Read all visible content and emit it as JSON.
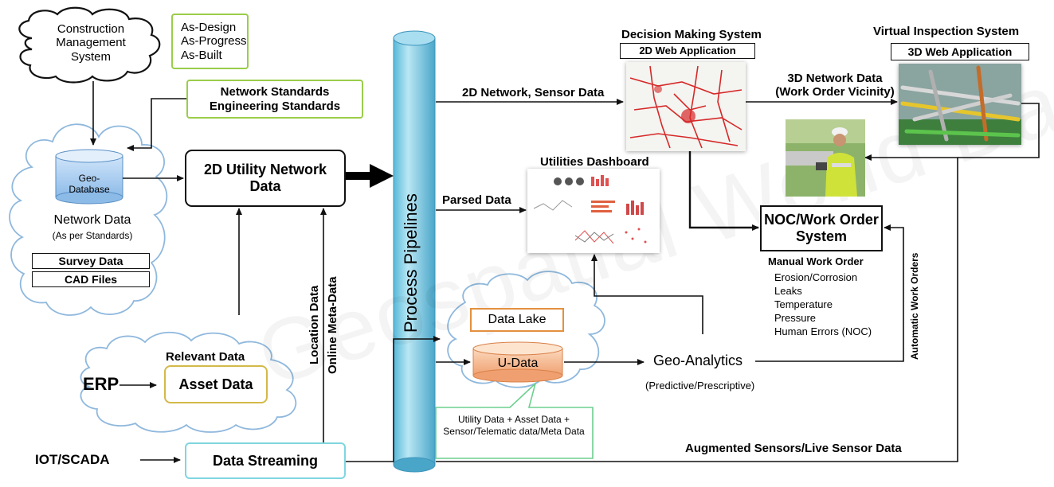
{
  "watermark": "Geospatial World Data",
  "cloud_construction": {
    "text": "Construction Management System"
  },
  "design_states": [
    "As-Design",
    "As-Progress",
    "As-Built"
  ],
  "standards": [
    "Network Standards",
    "Engineering Standards"
  ],
  "network_cloud": {
    "db_label": "Geo-Database",
    "title": "Network Data",
    "subtitle": "(As per Standards)",
    "survey": "Survey Data",
    "cad": "CAD Files"
  },
  "utility_network": "2D Utility Network Data",
  "pipeline_label": "Process Pipelines",
  "location_data": "Location Data",
  "online_meta": "Online Meta-Data",
  "relevant_data": "Relevant Data",
  "erp": "ERP",
  "asset_data": "Asset Data",
  "iot": "IOT/SCADA",
  "data_streaming": "Data Streaming",
  "flow_2d_network": "2D Network, Sensor Data",
  "flow_parsed": "Parsed Data",
  "decision_system": {
    "title": "Decision Making System",
    "app": "2D Web Application"
  },
  "virtual_inspection": {
    "title": "Virtual Inspection System",
    "app": "3D Web Application"
  },
  "network_3d": [
    "3D Network Data",
    "(Work Order Vicinity)"
  ],
  "dashboard_title": "Utilities Dashboard",
  "noc_box": "NOC/Work Order System",
  "manual_wo": {
    "title": "Manual Work Order",
    "items": [
      "Erosion/Corrosion",
      "Leaks",
      "Temperature",
      "Pressure",
      "Human Errors (NOC)"
    ]
  },
  "auto_wo": "Automatic Work Orders",
  "data_lake": "Data Lake",
  "u_data": "U-Data",
  "callout": "Utility Data + Asset Data + Sensor/Telematic data/Meta Data",
  "geo_analytics": "Geo-Analytics",
  "geo_analytics_sub": "(Predictive/Prescriptive)",
  "augmented": "Augmented Sensors/Live Sensor Data"
}
